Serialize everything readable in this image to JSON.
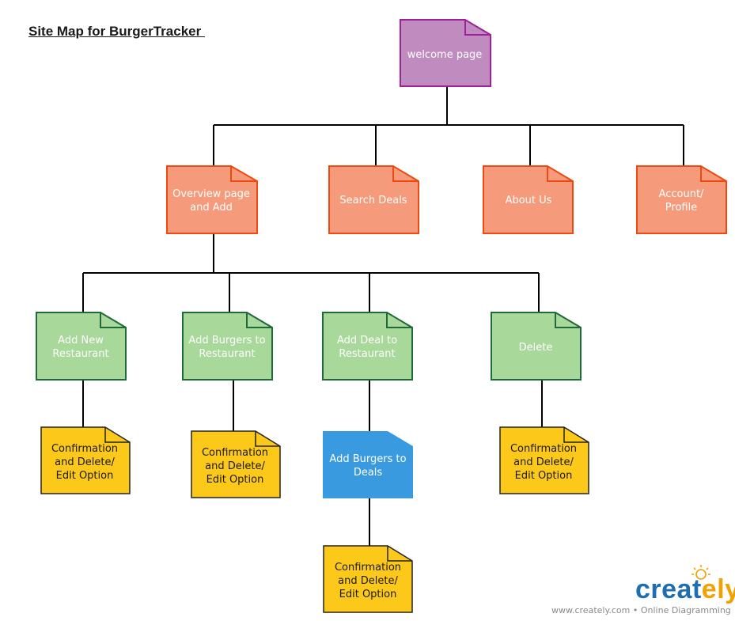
{
  "title": "Site Map for BurgerTracker ",
  "nodes": {
    "welcome": "welcome page",
    "overview_l1": "Overview page",
    "overview_l2": "and Add",
    "search_deals": "Search Deals",
    "about_us": "About Us",
    "account_l1": "Account/",
    "account_l2": "Profile",
    "add_restaurant_l1": "Add New",
    "add_restaurant_l2": "Restaurant",
    "add_burgers_rest_l1": "Add Burgers to",
    "add_burgers_rest_l2": "Restaurant",
    "add_deal_l1": "Add Deal to",
    "add_deal_l2": "Restaurant",
    "delete": "Delete",
    "confirm_l1": "Confirmation",
    "confirm_l2": "and Delete/",
    "confirm_l3": "Edit Option",
    "add_burgers_deals_l1": "Add Burgers to",
    "add_burgers_deals_l2": "Deals"
  },
  "watermark": {
    "brand_main": "creat",
    "brand_accent": "ely",
    "tagline": "www.creately.com • Online Diagramming"
  },
  "colors": {
    "purple_fill": "#c08cc0",
    "purple_stroke": "#a0209a",
    "orange_fill": "#f59a7a",
    "orange_stroke": "#ee4a10",
    "green_fill": "#a8d89a",
    "green_stroke": "#1e6a3a",
    "yellow_fill": "#fcc81a",
    "yellow_stroke": "#222222",
    "blue_fill": "#3a9ae0",
    "connector": "#000000"
  }
}
